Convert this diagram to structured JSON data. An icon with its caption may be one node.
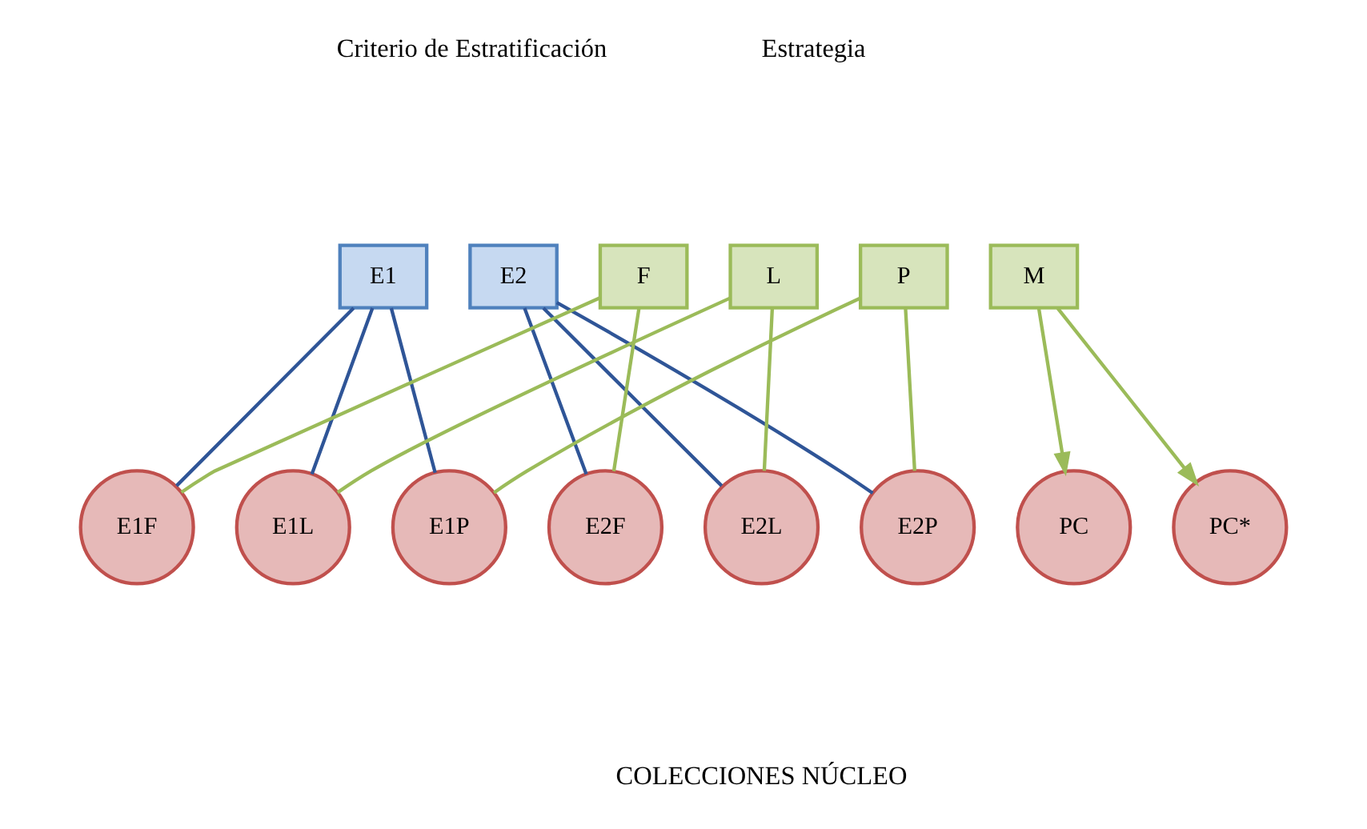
{
  "diagram": {
    "nodes": [
      {
        "text": [
          "E1"
        ]
      },
      {
        "text": [
          "E2"
        ]
      },
      {
        "text": [
          "F"
        ]
      },
      {
        "text": [
          "L"
        ]
      },
      {
        "text": [
          "P"
        ]
      },
      {
        "text": [
          "M"
        ]
      },
      {
        "text": [
          "E1F"
        ]
      },
      {
        "text": [
          "E1L"
        ]
      },
      {
        "text": [
          "E1P"
        ]
      },
      {
        "text": [
          "E2F"
        ]
      },
      {
        "text": [
          "E2L"
        ]
      },
      {
        "text": [
          "E2P"
        ]
      },
      {
        "text": [
          "PC"
        ]
      },
      {
        "text": [
          "PC*"
        ]
      }
    ],
    "edges": [
      {
        "from": 0,
        "to": 6,
        "arrow": "none",
        "color": "#2f5597"
      },
      {
        "from": 0,
        "to": 7,
        "arrow": "none",
        "color": "#2f5597"
      },
      {
        "from": 0,
        "to": 8,
        "arrow": "none",
        "color": "#2f5597"
      },
      {
        "from": 1,
        "to": 9,
        "arrow": "none",
        "color": "#2f5597"
      },
      {
        "from": 1,
        "to": 10,
        "arrow": "none",
        "color": "#2f5597"
      },
      {
        "from": 1,
        "to": 11,
        "arrow": "none",
        "color": "#2f5597"
      },
      {
        "from": 2,
        "to": 6,
        "arrow": "none"
      },
      {
        "from": 2,
        "to": 9,
        "arrow": "none"
      },
      {
        "from": 3,
        "to": 7,
        "arrow": "none"
      },
      {
        "from": 3,
        "to": 10,
        "arrow": "none"
      },
      {
        "from": 4,
        "to": 8,
        "arrow": "none"
      },
      {
        "from": 4,
        "to": 11,
        "arrow": "none"
      },
      {
        "from": 5,
        "to": 12,
        "arrow": "to"
      },
      {
        "from": 5,
        "to": 13,
        "arrow": "to"
      }
    ],
    "labels": [
      "Criterio de Estratificación",
      "Estrategia",
      "COLECCIONES NÚCLEO"
    ]
  }
}
